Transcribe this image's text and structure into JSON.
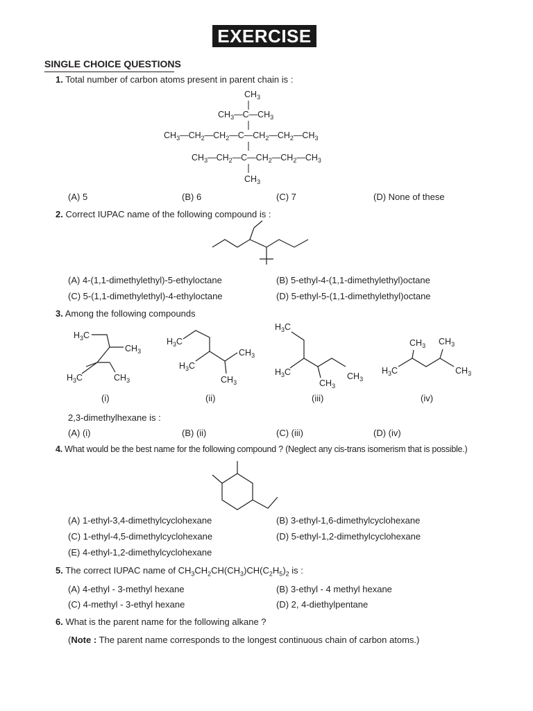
{
  "header": {
    "title": "EXERCISE",
    "section": "SINGLE CHOICE QUESTIONS"
  },
  "q1": {
    "num": "1.",
    "text": "Total number of carbon atoms present in parent chain is :",
    "options": [
      "(A) 5",
      "(B) 6",
      "(C) 7",
      "(D) None of these"
    ]
  },
  "q2": {
    "num": "2.",
    "text": "Correct IUPAC name of the following compound is :",
    "options": [
      "(A) 4-(1,1-dimethylethyl)-5-ethyloctane",
      "(B) 5-ethyl-4-(1,1-dimethylethyl)octane",
      "(C) 5-(1,1-dimethylethyl)-4-ethyloctane",
      "(D) 5-ethyl-5-(1,1-dimethylethyl)octane"
    ]
  },
  "q3": {
    "num": "3.",
    "text": "Among the following compounds",
    "labels": [
      "(i)",
      "(ii)",
      "(iii)",
      "(iv)"
    ],
    "stem": "2,3-dimethylhexane is :",
    "options": [
      "(A) (i)",
      "(B) (ii)",
      "(C) (iii)",
      "(D) (iv)"
    ]
  },
  "q4": {
    "num": "4.",
    "text": "What would be the best name for the following compound ? (Neglect any cis-trans isomerism that is possible.)",
    "options": [
      "(A) 1-ethyl-3,4-dimethylcyclohexane",
      "(B) 3-ethyl-1,6-dimethylcyclohexane",
      "(C) 1-ethyl-4,5-dimethylcyclohexane",
      "(D) 5-ethyl-1,2-dimethylcyclohexane",
      "(E) 4-ethyl-1,2-dimethylcyclohexane"
    ]
  },
  "q5": {
    "num": "5.",
    "text_prefix": "The correct IUPAC name of ",
    "formula": [
      "CH",
      "3",
      "CH",
      "2",
      "CH(CH",
      "3",
      ")CH(C",
      "2",
      "H",
      "5",
      ")",
      "2"
    ],
    "text_suffix": " is :",
    "options": [
      "(A) 4-ethyl - 3-methyl hexane",
      "(B) 3-ethyl - 4 methyl hexane",
      "(C) 4-methyl - 3-ethyl hexane",
      "(D) 2, 4-diethylpentane"
    ]
  },
  "q6": {
    "num": "6.",
    "text": "What is the parent name for the following alkane ?",
    "note_label": "Note :",
    "note_text": " The parent name corresponds to the longest continuous chain of carbon atoms.)",
    "note_open": "("
  }
}
